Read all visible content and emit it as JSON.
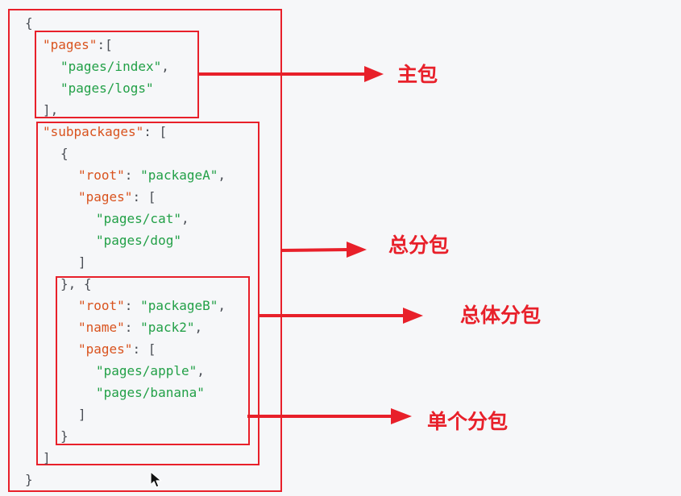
{
  "code": {
    "open_brace": "{",
    "pages_key": "\"pages\"",
    "pages_colon_bracket": ":[",
    "pages_index": "\"pages/index\"",
    "pages_logs": "\"pages/logs\"",
    "pages_close": "],",
    "subpackages_key": "\"subpackages\"",
    "subpackages_colon_bracket": ": [",
    "obj_open": "{",
    "root_key_a": "\"root\"",
    "root_val_a": "\"packageA\"",
    "pages_key_a": "\"pages\"",
    "pages_bracket_a": ": [",
    "pages_cat": "\"pages/cat\"",
    "pages_dog": "\"pages/dog\"",
    "bracket_close_a": "]",
    "obj_sep": "}, {",
    "root_key_b": "\"root\"",
    "root_val_b": "\"packageB\"",
    "name_key_b": "\"name\"",
    "name_val_b": "\"pack2\"",
    "pages_key_b": "\"pages\"",
    "pages_bracket_b": ": [",
    "pages_apple": "\"pages/apple\"",
    "pages_banana": "\"pages/banana\"",
    "bracket_close_b": "]",
    "obj_close": "}",
    "subpackages_close": "]",
    "close_brace": "}",
    "colon_space": ": ",
    "comma": ","
  },
  "labels": {
    "main_package": "主包",
    "total_subpackages": "总分包",
    "overall_subpackage": "总体分包",
    "single_subpackage": "单个分包"
  },
  "colors": {
    "annotation_red": "#e8202a",
    "json_key": "#d9531e",
    "json_string": "#22a047",
    "json_punctuation": "#4b4f56",
    "background": "#f6f7f9"
  },
  "icons": {
    "cursor": "mouse-pointer-icon"
  }
}
